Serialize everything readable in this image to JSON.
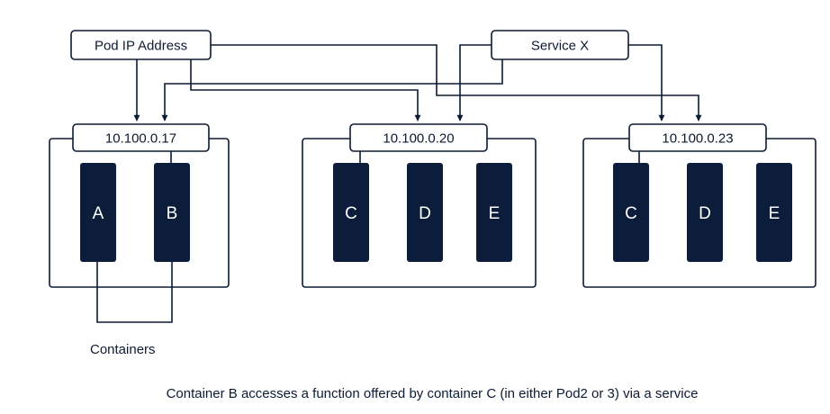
{
  "diagram": {
    "pod_ip_label": "Pod IP Address",
    "service_label": "Service X",
    "pods": [
      {
        "ip": "10.100.0.17",
        "containers": [
          "A",
          "B"
        ]
      },
      {
        "ip": "10.100.0.20",
        "containers": [
          "C",
          "D",
          "E"
        ]
      },
      {
        "ip": "10.100.0.23",
        "containers": [
          "C",
          "D",
          "E"
        ]
      }
    ],
    "containers_caption": "Containers",
    "caption": "Container B accesses a function offered by container C (in either Pod2 or 3) via a service"
  },
  "colors": {
    "line": "#0b1b33",
    "container_fill": "#0b1d3a",
    "container_text": "#ffffff",
    "box_fill": "#ffffff"
  }
}
